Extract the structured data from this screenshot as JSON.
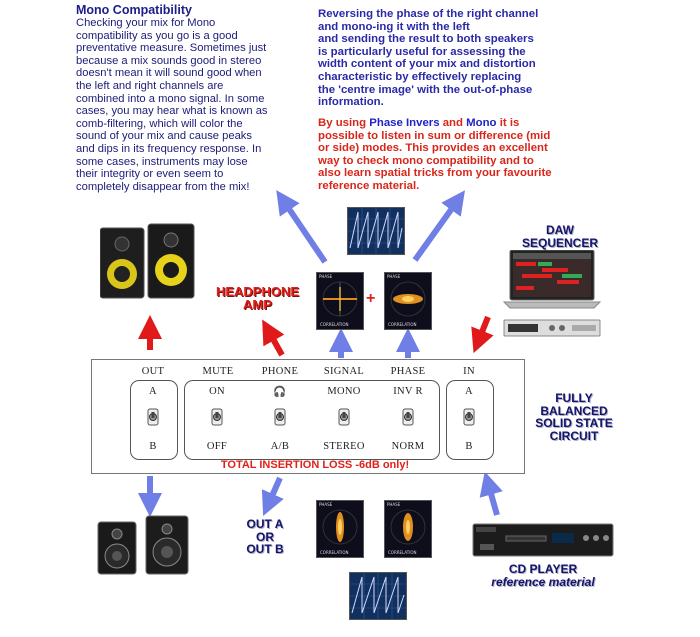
{
  "mono_note": {
    "title": "Mono Compatibility",
    "lines": [
      "Checking your mix for Mono",
      "compatibility as you go is a good",
      "preventative measure. Sometimes just",
      "because a mix sounds good in stereo",
      "doesn't mean it will sound good when",
      "the left and right channels are",
      "combined into a mono signal. In some",
      "cases, you may hear what is known as",
      "comb-filtering, which will color the",
      "sound of your mix and cause peaks",
      "and dips in its frequency response. In",
      "some cases, instruments may lose",
      "their integrity or even seem to",
      "completely disappear from the mix!"
    ]
  },
  "phase_note": {
    "lines": [
      "Reversing the phase of the right channel",
      "and mono-ing it with the left",
      "and sending the result to both speakers",
      "is particularly useful for assessing the",
      "width content of your mix and distortion",
      "characteristic by effectively replacing",
      "the 'centre image' with the out-of-phase",
      "information."
    ]
  },
  "mid_side_note": {
    "line1_pre": "By using ",
    "line1_phase": "Phase Invers",
    "line1_and": " and ",
    "line1_mono": "Mono",
    "line1_post": " it is",
    "lines": [
      "possible to listen in sum or difference (mid",
      "or side) modes. This provides an excellent",
      "way to check mono compatibility and to",
      "also learn spatial tricks from your favourite",
      "reference material."
    ]
  },
  "labels": {
    "headphone_amp_1": "HEADPHONE",
    "headphone_amp_2": "AMP",
    "daw_1": "DAW",
    "daw_2": "SEQUENCER",
    "fully_1": "FULLY",
    "fully_2": "BALANCED",
    "fully_3": "SOLID STATE",
    "fully_4": "CIRCUIT",
    "out_ab_1": "OUT A",
    "out_ab_2": "OR",
    "out_ab_3": "OUT B",
    "cd_1": "CD PLAYER",
    "cd_2": "reference material",
    "plus": "+"
  },
  "panel": {
    "headers": [
      "OUT",
      "MUTE",
      "PHONE",
      "SIGNAL",
      "PHASE",
      "IN"
    ],
    "out_top": "A",
    "out_bottom": "B",
    "mute_top": "ON",
    "mute_bottom": "OFF",
    "phone_top": "🎧",
    "phone_bottom": "A/B",
    "signal_top": "MONO",
    "signal_bottom": "STEREO",
    "phase_top": "INV R",
    "phase_bottom": "NORM",
    "in_top": "A",
    "in_bottom": "B",
    "insertion_loss": "TOTAL INSERTION LOSS -6dB only!"
  },
  "scopes": {
    "header": "PHASE",
    "footer": "CORRELATION"
  },
  "colors": {
    "arrow_blue": "#6f7fe6",
    "arrow_red": "#e01a1a",
    "text_blue": "#2a2aa8",
    "text_red": "#d8261a"
  }
}
